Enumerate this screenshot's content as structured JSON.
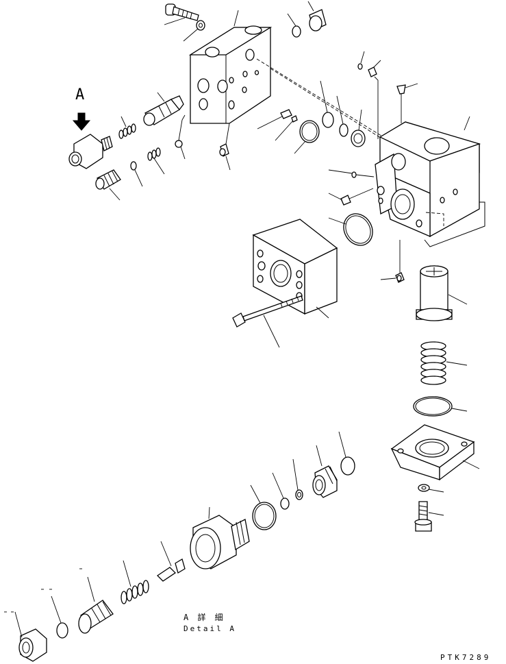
{
  "view_label": "A",
  "detail": {
    "jp": "A 詳 細",
    "en": "Detail A"
  },
  "drawing_code": "PTK7289"
}
